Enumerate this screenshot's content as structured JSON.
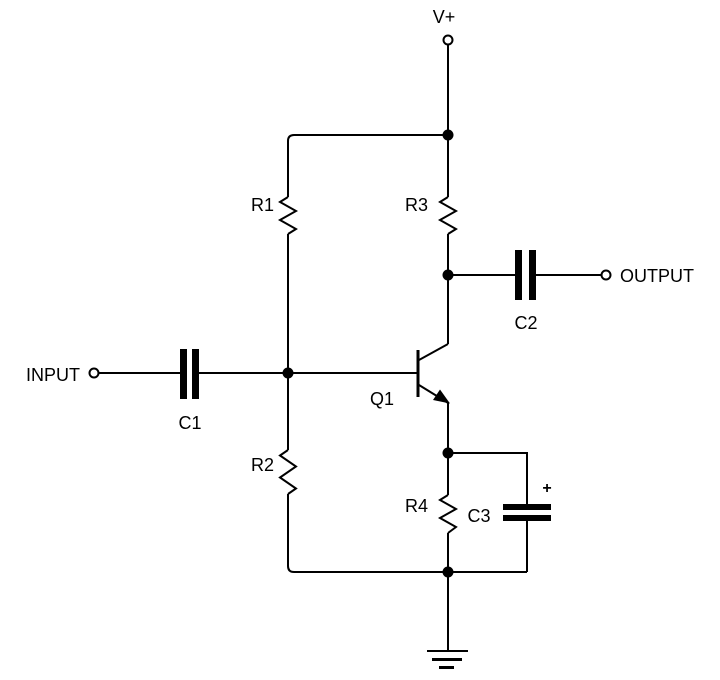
{
  "schematic": {
    "background_color": "#ffffff",
    "wire_color": "#000000",
    "text_color": "#000000",
    "terminals": {
      "supply": {
        "label": "V+"
      },
      "input": {
        "label": "INPUT"
      },
      "output": {
        "label": "OUTPUT"
      }
    },
    "components": {
      "r1": {
        "label": "R1",
        "type": "resistor"
      },
      "r2": {
        "label": "R2",
        "type": "resistor"
      },
      "r3": {
        "label": "R3",
        "type": "resistor"
      },
      "r4": {
        "label": "R4",
        "type": "resistor"
      },
      "c1": {
        "label": "C1",
        "type": "capacitor"
      },
      "c2": {
        "label": "C2",
        "type": "capacitor"
      },
      "c3": {
        "label": "C3",
        "type": "polarized-capacitor",
        "polarity_mark": "+"
      },
      "q1": {
        "label": "Q1",
        "type": "npn-transistor"
      }
    }
  }
}
